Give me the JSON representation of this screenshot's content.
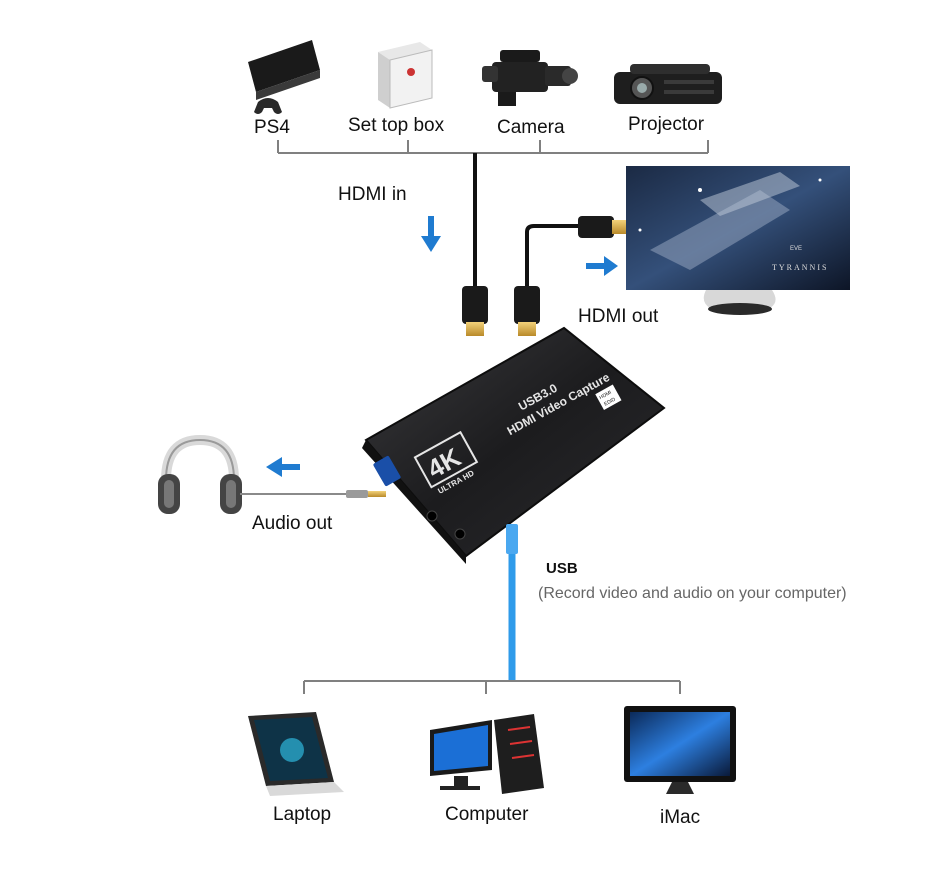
{
  "sources": {
    "ps4": "PS4",
    "set_top_box": "Set top box",
    "camera": "Camera",
    "projector": "Projector"
  },
  "hdmi_in": "HDMI in",
  "hdmi_out": "HDMI out",
  "audio_out": "Audio out",
  "usb": {
    "title": "USB",
    "description": "(Record video and audio on your computer)"
  },
  "computers": {
    "laptop": "Laptop",
    "computer": "Computer",
    "imac": "iMac"
  },
  "device": {
    "badge_main": "4K",
    "badge_sub": "ULTRA HD",
    "line1": "USB3.0",
    "line2": "HDMI Video Capture",
    "port_label_top": "HDMI",
    "port_label_bottom": "EDID"
  },
  "monitor": {
    "brand": "EVE",
    "title": "TYRANNIS"
  },
  "colors": {
    "arrow": "#1f7bd0",
    "usb_cable": "#2f9bea",
    "bracket": "#808080",
    "device": "#1c1c1e"
  }
}
